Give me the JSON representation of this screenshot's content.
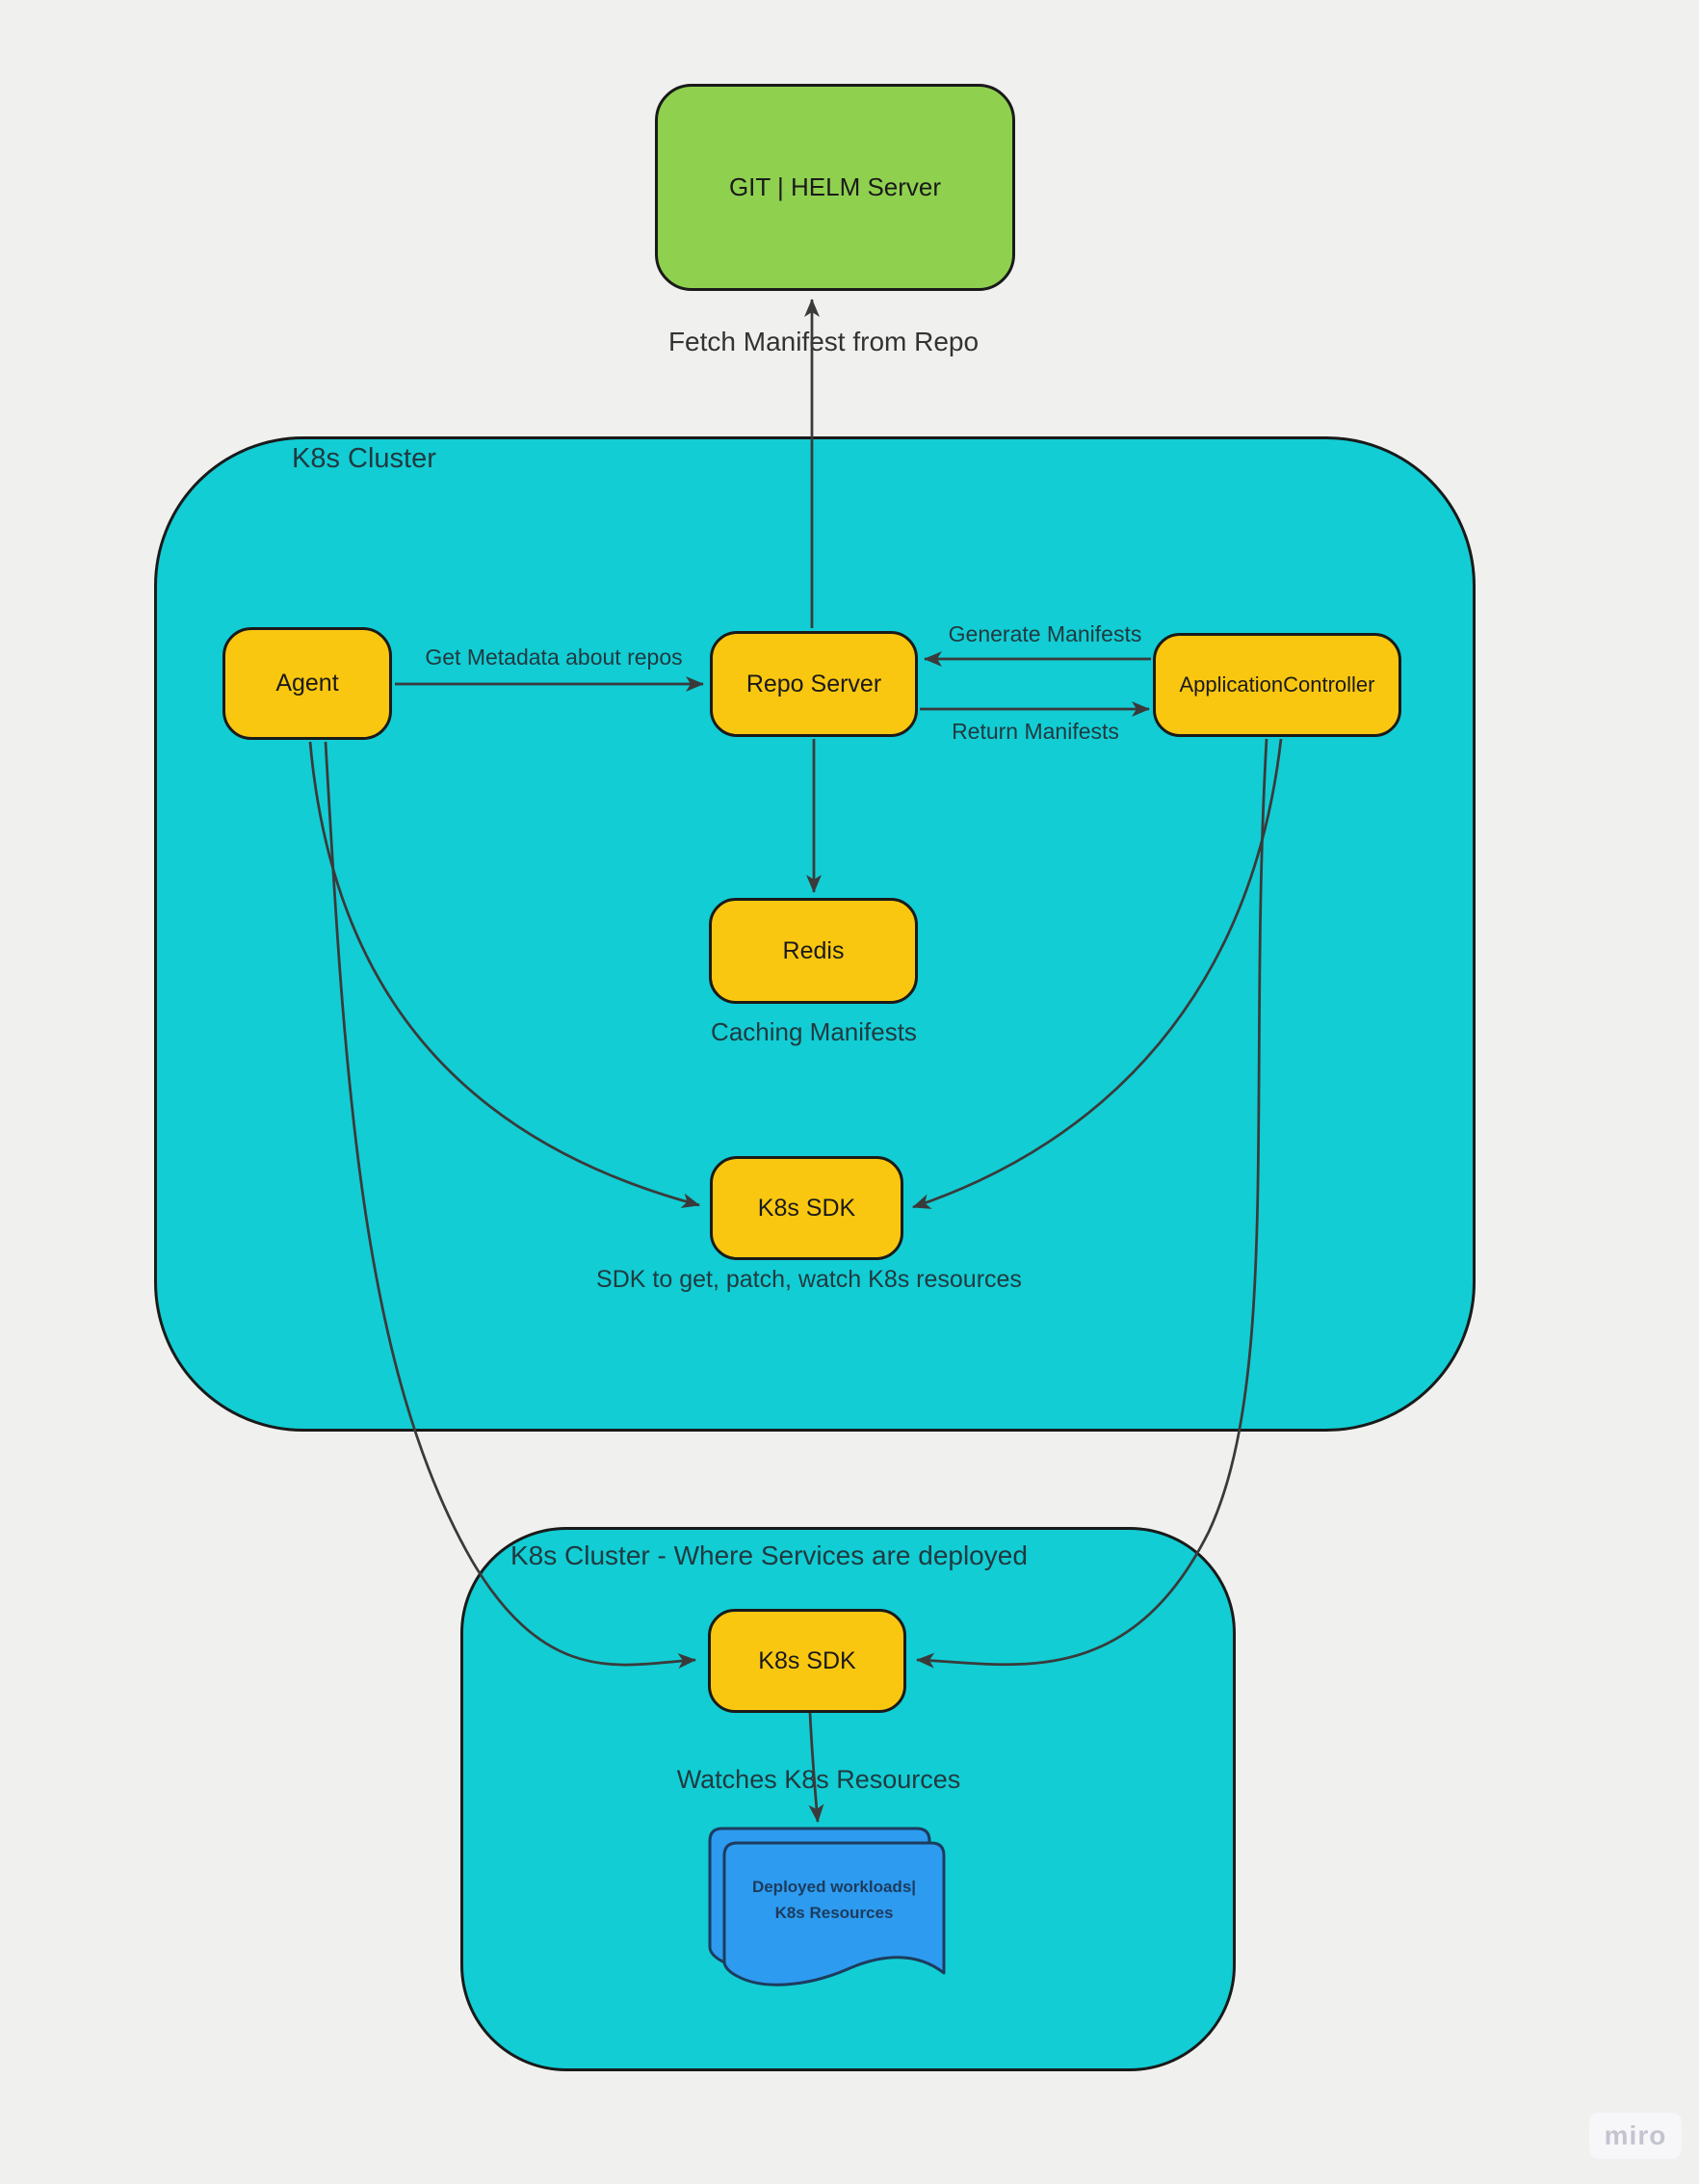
{
  "page": {
    "watermark": "miro"
  },
  "colors": {
    "bg": "#f0f0ee",
    "teal": "#12CDD4",
    "yellow": "#FAC710",
    "green": "#8FD14F",
    "blue": "#2D9BF0",
    "stroke": "#1a1a1a",
    "arrow": "#3a3a3a",
    "ink_dark": "#203a40",
    "doc_ink": "#1c3c5e",
    "watermark_bg": "#f7f7f9",
    "watermark_ink": "#c4c4d0"
  },
  "clusters": {
    "main": {
      "title": "K8s Cluster"
    },
    "deploy": {
      "title": "K8s Cluster - Where Services are deployed"
    }
  },
  "nodes": {
    "git": {
      "label": "GIT | HELM Server"
    },
    "agent": {
      "label": "Agent"
    },
    "repo_server": {
      "label": "Repo Server"
    },
    "app_controller": {
      "label": "ApplicationController"
    },
    "redis": {
      "label": "Redis"
    },
    "sdk_main": {
      "label": "K8s SDK"
    },
    "sdk_deploy": {
      "label": "K8s SDK"
    }
  },
  "labels": {
    "fetch": "Fetch Manifest from Repo",
    "metadata": "Get Metadata about repos",
    "generate": "Generate Manifests",
    "return": "Return Manifests",
    "caching": "Caching Manifests",
    "sdk_caption": "SDK to get, patch, watch K8s resources",
    "watches": "Watches K8s Resources"
  },
  "document": {
    "line1": "Deployed workloads|",
    "line2": "K8s Resources"
  }
}
